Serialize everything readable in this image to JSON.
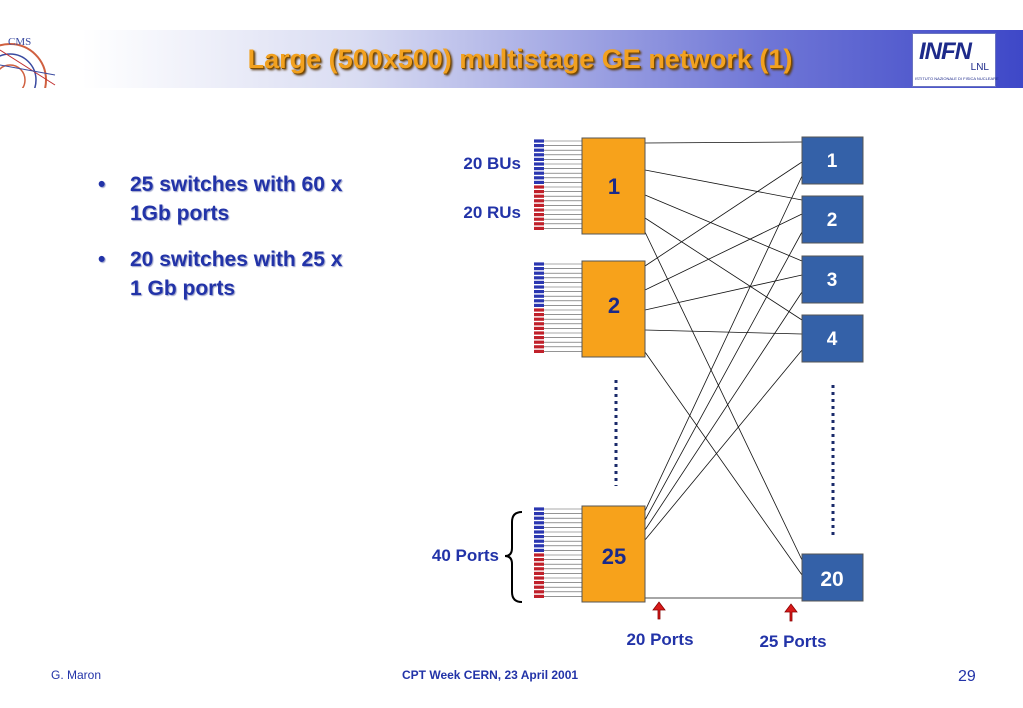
{
  "header": {
    "title": "Large (500x500) multistage GE network (1)",
    "left_logo_text": "CMS",
    "right_logo_main": "INFN",
    "right_logo_sub": "LNL",
    "right_logo_line": "ISTITUTO NAZIONALE DI FISICA NUCLEARE"
  },
  "bullets": [
    "25 switches with 60 x 1Gb ports",
    "20 switches with 25 x 1 Gb ports"
  ],
  "diagram": {
    "left_switches": [
      "1",
      "2",
      "25"
    ],
    "right_switches": [
      "1",
      "2",
      "3",
      "4",
      "20"
    ],
    "label_bus": "20 BUs",
    "label_rus": "20 RUs",
    "label_40_ports": "40 Ports",
    "label_20_ports": "20 Ports",
    "label_25_ports": "25 Ports",
    "colors": {
      "left_switch": "#f7a21b",
      "right_switch": "#3461a8",
      "bu_port": "#2a36b0",
      "ru_port": "#c0202a",
      "arrow": "#d81a1a",
      "text": "#2233a8"
    }
  },
  "footer": {
    "author": "G. Maron",
    "event": "CPT  Week    CERN, 23 April 2001",
    "page": "29"
  }
}
